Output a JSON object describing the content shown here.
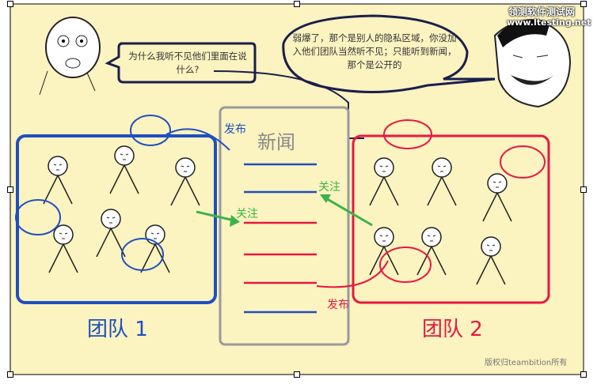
{
  "watermark": {
    "line1": "领测软件测试网",
    "line2": "www.ltesting.net"
  },
  "left_bubble": "为什么我听不见他们里面在说什么?",
  "right_bubble": "弱爆了，那个是别人的隐私区域，你没加入他们团队当然听不见；只能听到新闻，那个是公开的",
  "news": {
    "title": "新闻"
  },
  "labels": {
    "publish_blue": "发布",
    "publish_red": "发布",
    "follow_left": "关注",
    "follow_right": "关注",
    "bubble_dots": "· · · ·"
  },
  "team1": {
    "label": "团队 1",
    "members": 6
  },
  "team2": {
    "label": "团队 2",
    "members": 6
  },
  "copyright": "版权归teambition所有",
  "colors": {
    "background": "#fbf3c0",
    "blue": "#1f4fbf",
    "red": "#e8173f",
    "green": "#3bb34a",
    "gray": "#9a9a9a"
  }
}
